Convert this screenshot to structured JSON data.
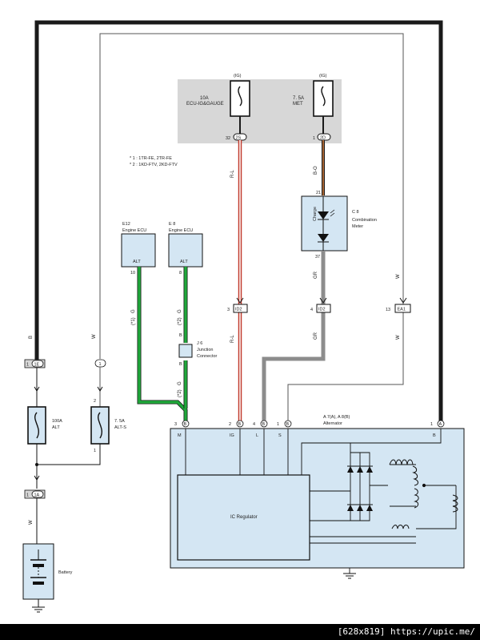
{
  "fuses": {
    "ecu_ig_gauge": {
      "tag": "(IG)",
      "rating": "10A",
      "name": "ECU-IG&GAUGE"
    },
    "met": {
      "tag": "(IG)",
      "rating": "7. 5A",
      "name": "MET"
    },
    "alt": {
      "rating": "100A",
      "name": "ALT"
    },
    "alt_s": {
      "rating": "7. 5A",
      "name": "ALT-S"
    }
  },
  "notes": {
    "line1": "* 1 : 1TR-FE,  2TR-FE",
    "line2": "* 2 : 1KD-FTV,  2KD-FTV"
  },
  "connectors": {
    "c_2s": "2S",
    "c_2s_pin": "32",
    "c_2d": "2D",
    "c_2d_pin": "1",
    "id2_a": "ID2",
    "id2_a_pin": "3",
    "id2_b": "ID2",
    "id2_b_pin": "4",
    "ea1": "EA1",
    "ea1_pin": "13",
    "c_1e": "1E",
    "c_1e_pin": "1",
    "c_1": "1",
    "c_1a": "1A",
    "c_1a_pin": "1",
    "pin_2": "2",
    "pin_1": "1",
    "pin_21": "21",
    "pin_37": "37",
    "pin_10": "10",
    "pin_8": "8",
    "alt_pin_m": "3",
    "alt_pin_ig": "2",
    "alt_pin_l": "4",
    "alt_pin_s": "1",
    "alt_pin_b": "1",
    "b_letter": "B",
    "a_letter": "A",
    "j_b": "B"
  },
  "components": {
    "e12": {
      "ref": "E12",
      "name": "Engine ECU",
      "pin": "ALT"
    },
    "e8": {
      "ref": "E 8",
      "name": "Engine ECU",
      "pin": "ALT"
    },
    "combination_meter": {
      "ref": "C 8",
      "name1": "Combination",
      "name2": "Meter",
      "lamp": "Charge"
    },
    "junction": {
      "ref": "J 6",
      "name1": "Junction",
      "name2": "Connector"
    },
    "alternator": {
      "ref": "A 7(A), A 8(B)",
      "name": "Alternator"
    },
    "regulator": {
      "name": "IC Regulator"
    },
    "battery": {
      "name": "Battery"
    }
  },
  "terminals": {
    "m": "M",
    "ig": "IG",
    "l": "L",
    "s": "S",
    "b": "B"
  },
  "wire_colors": {
    "b": "B",
    "w": "W",
    "rl": "R-L",
    "bo": "B-O",
    "gr": "GR",
    "g": "G",
    "note1": "(*1)",
    "note2": "(*2)"
  },
  "footer": {
    "text": "[628x819] https://upic.me/"
  },
  "colors": {
    "wire_black": "#1a1a1a",
    "wire_green": "#1fa83a",
    "wire_gray": "#8c8c8c",
    "wire_red": "#c0392b",
    "wire_orange": "#c8763a",
    "box_fill": "#d4e6f3",
    "fuse_bg": "#d7d7d7"
  }
}
